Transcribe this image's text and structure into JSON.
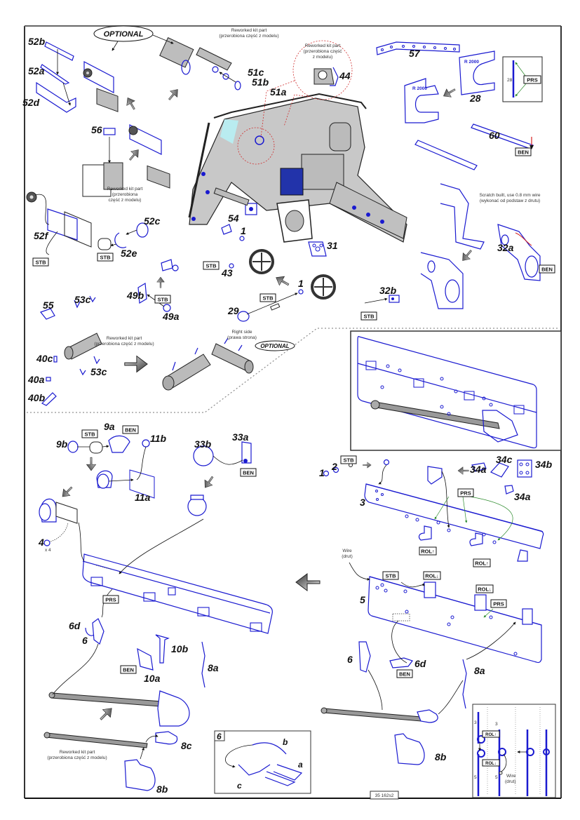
{
  "document": {
    "type": "photo-etch assembly instruction sheet",
    "code": "35 162s2"
  },
  "tags": {
    "stb": "STB",
    "ben": "BEN",
    "prs": "PRS",
    "rol_up": "ROL↑",
    "rol_down": "ROL↓",
    "optional": "OPTIONAL"
  },
  "notes": {
    "reworked_en": "Reworked kit part",
    "reworked_pl": "(przerobiona część z modelu)",
    "reworked_pl_a": "(przerobiona",
    "reworked_pl_b": "część z modelu)",
    "reworked_pl_c": "(przerobiona część",
    "reworked_pl_d": "z modelu)",
    "scratch_en": "Scratch built, use 0.8 mm wire",
    "scratch_pl": "(wykonać od podstaw z drutu)",
    "right_side_en": "Right side",
    "right_side_pl": "(prawa strona)",
    "wire_en": "Wire",
    "wire_pl": "(drut)",
    "qty_x4": "x 4"
  },
  "part_labels": {
    "p52b": "52b",
    "p52a": "52a",
    "p52d": "52d",
    "p52f": "52f",
    "p52c": "52c",
    "p52e": "52e",
    "p51c": "51c",
    "p51b": "51b",
    "p51a": "51a",
    "p44": "44",
    "p57": "57",
    "p28": "28",
    "p60": "60",
    "p56": "56",
    "p54": "54",
    "p1a": "1",
    "p1b": "1",
    "p43": "43",
    "p31": "31",
    "p29": "29",
    "p32a": "32a",
    "p32b": "32b",
    "p49a": "49a",
    "p49b": "49b",
    "p55": "55",
    "p53c_a": "53c",
    "p53c_b": "53c",
    "p40c": "40c",
    "p40a": "40a",
    "p40b": "40b",
    "p9a": "9a",
    "p9b": "9b",
    "p11a": "11a",
    "p11b": "11b",
    "p33a": "33a",
    "p33b": "33b",
    "p4": "4",
    "p6_left": "6",
    "p6d_left": "6d",
    "p10a": "10a",
    "p10b": "10b",
    "p8a_left": "8a",
    "p8b_left": "8b",
    "p8c": "8c",
    "p1c": "1",
    "p2": "2",
    "p3": "3",
    "p34a_a": "34a",
    "p34a_b": "34a",
    "p34b": "34b",
    "p34c": "34c",
    "p5": "5",
    "p6_right": "6",
    "p6d_right": "6d",
    "p8a_right": "8a",
    "p8b_right": "8b"
  },
  "inset_6": {
    "title": "6",
    "labels": {
      "a": "a",
      "b": "b",
      "c": "c"
    }
  },
  "inset_28": {
    "dimension": "28",
    "tag": "PRS"
  },
  "inset_hinge": {
    "label_3a": "3",
    "label_3b": "3",
    "label_5a": "5",
    "label_5b": "5",
    "rol_up": "ROL↑",
    "rol_down": "ROL↓"
  },
  "colors": {
    "etch_blue": "#1a1ad0",
    "kit_grey": "#bdbdbd",
    "bend_red": "#d42020",
    "press_green": "#2a8a2a"
  }
}
